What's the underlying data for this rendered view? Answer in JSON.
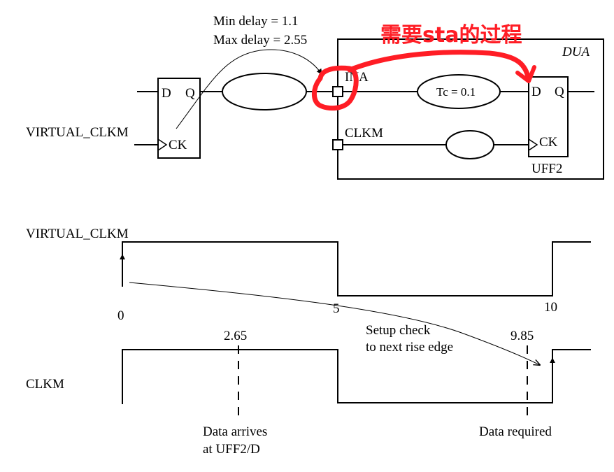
{
  "colors": {
    "ink": "#000000",
    "annotation": "#ff1d25",
    "background": "#ffffff"
  },
  "schematic": {
    "delay_min_label": "Min delay = 1.1",
    "delay_max_label": "Max delay = 2.55",
    "dua_label": "DUA",
    "input_port_label": "INA",
    "clock_port_label": "CLKM",
    "tc_label": "Tc = 0.1",
    "virtual_clock_label": "VIRTUAL_CLKM",
    "launch_ff": {
      "d_label": "D",
      "q_label": "Q",
      "ck_label": "CK"
    },
    "capture_ff": {
      "d_label": "D",
      "q_label": "Q",
      "ck_label": "CK",
      "name": "UFF2"
    }
  },
  "annotation": {
    "text": "需要sta的过程"
  },
  "timing": {
    "virtual_clock_name": "VIRTUAL_CLKM",
    "clkm_name": "CLKM",
    "tick_0": "0",
    "tick_5": "5",
    "tick_10": "10",
    "arrival_time": "2.65",
    "required_time": "9.85",
    "setup_check_line1": "Setup check",
    "setup_check_line2": "to next rise edge",
    "arrival_note_line1": "Data arrives",
    "arrival_note_line2": "at UFF2/D",
    "required_note": "Data required"
  }
}
